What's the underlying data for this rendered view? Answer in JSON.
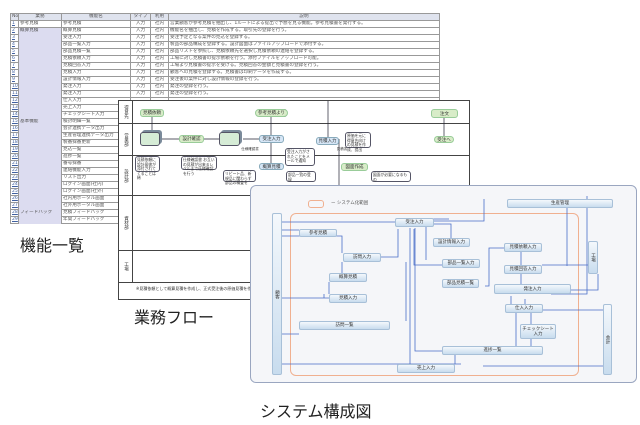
{
  "function_list": {
    "caption": "機能一覧",
    "headers": [
      "No",
      "業務",
      "機能名",
      "タイプ",
      "利用",
      "説明"
    ],
    "rows": [
      {
        "no": "1",
        "cat": "参考見積",
        "name": "参考見積",
        "type": "入力",
        "use": "社内",
        "desc": "営業顧客が参考見積を抽出し、1ルートによる提出で予想を見る機能。参考見積書を発行する。"
      },
      {
        "no": "2",
        "cat": "概算見積",
        "name": "概算見積",
        "type": "入力",
        "use": "社内",
        "desc": "機能名を抽出し、見積を作成する。取引先の登録を行う。"
      },
      {
        "no": "3",
        "cat": "",
        "name": "受注入力",
        "type": "入力",
        "use": "社内",
        "desc": "受注予定となる案件の見込を登録する。"
      },
      {
        "no": "4",
        "cat": "",
        "name": "部品一覧入力",
        "type": "入力",
        "use": "社内",
        "desc": "製品の部品構成を登録する。設計図面はファイルアップロードで添付する。"
      },
      {
        "no": "5",
        "cat": "",
        "name": "部品見積一覧",
        "type": "入力",
        "use": "社内",
        "desc": "部品リストを参照し、見積依頼先を選択し見積依頼の連絡を登録する。"
      },
      {
        "no": "6",
        "cat": "",
        "name": "見積依頼入力",
        "type": "入力",
        "use": "社内",
        "desc": "工場に対し見積書の提示依頼を行う。添付ファイルをアップロード可能。"
      },
      {
        "no": "7",
        "cat": "",
        "name": "見積回答入力",
        "type": "入力",
        "use": "社内",
        "desc": "工場より見積書の提示を受ける。見積回答の金額と見積書の登録を行う。"
      },
      {
        "no": "8",
        "cat": "",
        "name": "見積入力",
        "type": "入力",
        "use": "社内",
        "desc": "顧客への見積を登録する。見積書は印刷データを作成する。"
      },
      {
        "no": "9",
        "cat": "",
        "name": "設計情報入力",
        "type": "入力",
        "use": "社内",
        "desc": "受注後の案件に対し設計情報の登録を行う。"
      },
      {
        "no": "10",
        "cat": "",
        "name": "発注入力",
        "type": "入力",
        "use": "社内",
        "desc": "発注の登録を行う。"
      },
      {
        "no": "11",
        "cat": "",
        "name": "発注入力",
        "type": "入力",
        "use": "社内",
        "desc": "発注の登録を行う。"
      },
      {
        "no": "12",
        "cat": "",
        "name": "仕入入力",
        "type": "",
        "use": "",
        "desc": ""
      },
      {
        "no": "13",
        "cat": "",
        "name": "売上入力",
        "type": "",
        "use": "",
        "desc": ""
      },
      {
        "no": "14",
        "cat": "",
        "name": "チェックシート入力",
        "type": "",
        "use": "",
        "desc": ""
      },
      {
        "no": "15",
        "cat": "基本機能",
        "name": "検討明細一覧",
        "type": "",
        "use": "",
        "desc": ""
      },
      {
        "no": "16",
        "cat": "",
        "name": "会計連携データ出力",
        "type": "",
        "use": "",
        "desc": ""
      },
      {
        "no": "17",
        "cat": "",
        "name": "生産管理連携データ出力",
        "type": "",
        "use": "",
        "desc": ""
      },
      {
        "no": "18",
        "cat": "",
        "name": "製番採番更新",
        "type": "",
        "use": "",
        "desc": ""
      },
      {
        "no": "19",
        "cat": "",
        "name": "見込一覧",
        "type": "",
        "use": "",
        "desc": ""
      },
      {
        "no": "20",
        "cat": "",
        "name": "進捗一覧",
        "type": "",
        "use": "",
        "desc": ""
      },
      {
        "no": "21",
        "cat": "",
        "name": "番号採番",
        "type": "",
        "use": "",
        "desc": ""
      },
      {
        "no": "22",
        "cat": "",
        "name": "連絡機能入力",
        "type": "",
        "use": "",
        "desc": ""
      },
      {
        "no": "23",
        "cat": "",
        "name": "リスト出力",
        "type": "",
        "use": "",
        "desc": ""
      },
      {
        "no": "24",
        "cat": "",
        "name": "ログイン画面(社内)",
        "type": "",
        "use": "",
        "desc": ""
      },
      {
        "no": "25",
        "cat": "",
        "name": "ログイン画面(社外)",
        "type": "",
        "use": "",
        "desc": ""
      },
      {
        "no": "26",
        "cat": "",
        "name": "社内用ポータル画面",
        "type": "",
        "use": "",
        "desc": ""
      },
      {
        "no": "27",
        "cat": "",
        "name": "社外用ポータル画面",
        "type": "",
        "use": "",
        "desc": ""
      },
      {
        "no": "28",
        "cat": "フィードバック",
        "name": "見積フィードバック",
        "type": "",
        "use": "",
        "desc": ""
      },
      {
        "no": "29",
        "cat": "",
        "name": "年間フィードバック",
        "type": "",
        "use": "",
        "desc": ""
      }
    ]
  },
  "business_flow": {
    "caption": "業務フロー",
    "lanes": [
      "得意先",
      "営業部",
      "設計部",
      "資材部",
      "工場"
    ],
    "nodes": {
      "estimate_request": "見積依頼",
      "reference": "参考見積より",
      "order": "注文",
      "design_check": "設計確認",
      "spec_doc": "仕様確認書",
      "order_entry": "受注入力",
      "estimate_entry": "見積入力",
      "estimate_doc": "見積書",
      "to_order": "受注へ",
      "rough_estimate": "概算見積",
      "drawing": "図面作成"
    },
    "callouts": [
      "見積依頼に設計図書が添付されてくることは稀",
      "仕様確認書 お互いの見積が出来るレベルまで仕様確認を行う",
      "受注入力がされたことをメールで通知",
      "原価を元に得意先向けの見積を作成、提出",
      "リピート品、新規品に関わらず部品の精査を",
      "部品一覧の登録",
      "図面が必要になるもの"
    ],
    "note": "※見積依頼として概算見積を作成し、正式受注後の原価見積を作成"
  },
  "system_diagram": {
    "caption": "システム構成図",
    "legend": "ー システム化範囲",
    "nodes": {
      "customer": "顧客",
      "reference": "参考見積",
      "order_entry": "受注入力",
      "design_info": "設計情報入力",
      "estimate_request": "見積依頼入力",
      "factory": "工場",
      "visit_entry": "訪問入力",
      "parts_list": "部品一覧入力",
      "estimate_reply": "見積回答入力",
      "rough_estimate": "概算見積",
      "parts_estimate": "部品見積一覧",
      "purchase_order": "発注入力",
      "estimate_entry": "見積入力",
      "purchase": "仕入入力",
      "accounting": "会計",
      "visit_list": "訪問一覧",
      "checksheet": "チェックシート入力",
      "progress": "進捗一覧",
      "sales": "売上入力",
      "production": "生産管理"
    },
    "colors": {
      "range": "#f0b090",
      "arrow": "#4a6ec8",
      "node": "#c8dcee"
    }
  }
}
